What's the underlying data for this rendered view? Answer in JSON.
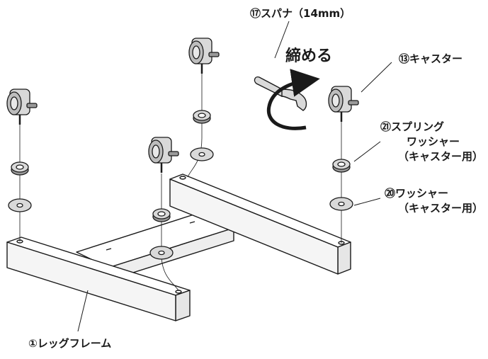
{
  "labels": {
    "wrench": "⑰スパナ（14mm）",
    "tighten": "締める",
    "caster": "⑬キャスター",
    "spring_washer_line1": "㉑スプリング",
    "spring_washer_line2": "ワッシャー",
    "spring_washer_line3": "（キャスター用）",
    "washer_line1": "⑳ワッシャー",
    "washer_line2": "（キャスター用）",
    "leg_frame": "①レッグフレーム"
  },
  "colors": {
    "line": "#1a1a1a",
    "metal": "#d9d9d9",
    "metal_dark": "#9a9a9a",
    "frame_top": "#ffffff",
    "frame_side": "#f0f0f0"
  }
}
